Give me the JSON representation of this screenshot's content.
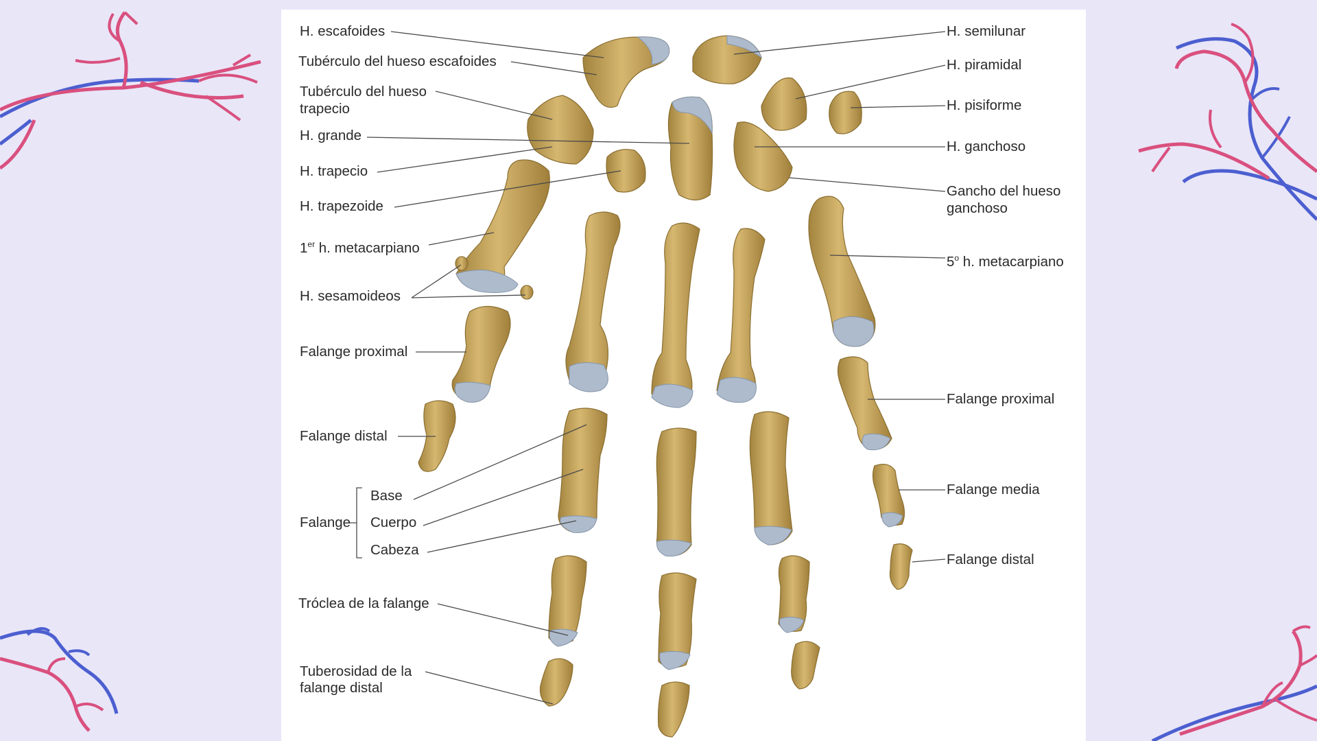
{
  "diagram": {
    "left_labels": {
      "escafoides": "H. escafoides",
      "tuberculo_escafoides": "Tubérculo del hueso escafoides",
      "tuberculo_trapecio_line1": "Tubérculo del hueso",
      "tuberculo_trapecio_line2": "trapecio",
      "grande": "H. grande",
      "trapecio": "H. trapecio",
      "trapezoide": "H. trapezoide",
      "metacarpiano1_sup": "er",
      "metacarpiano1_text": " h. metacarpiano",
      "metacarpiano1_num": "1",
      "sesamoideos": "H. sesamoideos",
      "falange_proximal": "Falange proximal",
      "falange_distal": "Falange distal",
      "falange": "Falange",
      "base": "Base",
      "cuerpo": "Cuerpo",
      "cabeza": "Cabeza",
      "troclea": "Tróclea de la falange",
      "tuberosidad_line1": "Tuberosidad de la",
      "tuberosidad_line2": "falange distal"
    },
    "right_labels": {
      "semilunar": "H. semilunar",
      "piramidal": "H. piramidal",
      "pisiforme": "H. pisiforme",
      "ganchoso": "H. ganchoso",
      "gancho_line1": "Gancho del hueso",
      "gancho_line2": "ganchoso",
      "metacarpiano5_num": "5",
      "metacarpiano5_sup": "o",
      "metacarpiano5_text": " h. metacarpiano",
      "falange_proximal": "Falange proximal",
      "falange_media": "Falange media",
      "falange_distal": "Falange distal"
    },
    "colors": {
      "bone": "#c9a85c",
      "bone_dark": "#a3843e",
      "cartilage": "#a9b7c9",
      "leader_line": "#4a4a4a",
      "vein_red": "#d9507e",
      "vein_blue": "#4c5fd0",
      "background": "#e9e6f8"
    }
  }
}
